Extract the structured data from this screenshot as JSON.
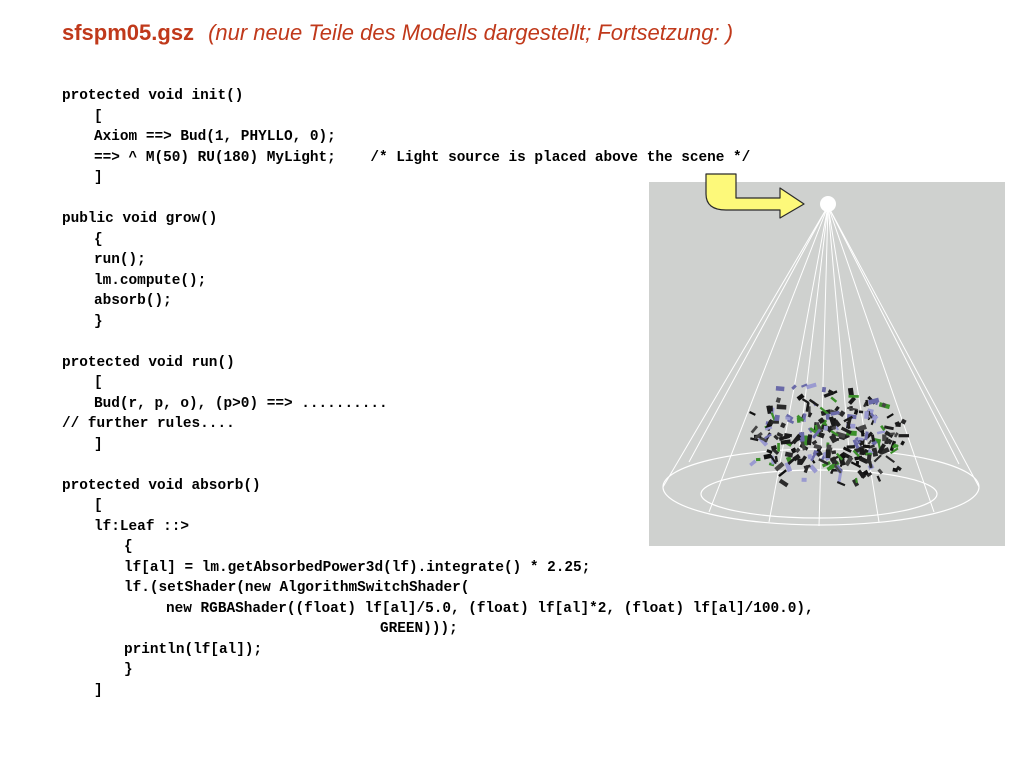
{
  "slide": {
    "title_file": "sfspm05.gsz",
    "title_rest": "(nur neue Teile des Modells dargestellt; Fortsetzung: )"
  },
  "code": [
    {
      "indent": 0,
      "text": "protected void init()"
    },
    {
      "indent": 1,
      "text": "["
    },
    {
      "indent": 1,
      "text": "Axiom ==> Bud(1, PHYLLO, 0);"
    },
    {
      "indent": 1,
      "text": "==> ^ M(50) RU(180) MyLight;    /* Light source is placed above the scene */"
    },
    {
      "indent": 1,
      "text": "]"
    },
    {
      "indent": 0,
      "text": ""
    },
    {
      "indent": 0,
      "text": "public void grow()"
    },
    {
      "indent": 1,
      "text": "{"
    },
    {
      "indent": 1,
      "text": "run();"
    },
    {
      "indent": 1,
      "text": "lm.compute();"
    },
    {
      "indent": 1,
      "text": "absorb();"
    },
    {
      "indent": 1,
      "text": "}"
    },
    {
      "indent": 0,
      "text": ""
    },
    {
      "indent": 0,
      "text": "protected void run()"
    },
    {
      "indent": 1,
      "text": "["
    },
    {
      "indent": 1,
      "text": "Bud(r, p, o), (p>0) ==> .........."
    },
    {
      "indent": 0,
      "text": "// further rules...."
    },
    {
      "indent": 1,
      "text": "]"
    },
    {
      "indent": 0,
      "text": ""
    },
    {
      "indent": 0,
      "text": "protected void absorb()"
    },
    {
      "indent": 1,
      "text": "["
    },
    {
      "indent": 1,
      "text": "lf:Leaf ::>"
    },
    {
      "indent": 2,
      "text": "{"
    },
    {
      "indent": 2,
      "text": "lf[al] = lm.getAbsorbedPower3d(lf).integrate() * 2.25;"
    },
    {
      "indent": 2,
      "text": "lf.(setShader(new AlgorithmSwitchShader("
    },
    {
      "indent": 3,
      "text": "new RGBAShader((float) lf[al]/5.0, (float) lf[al]*2, (float) lf[al]/100.0),"
    },
    {
      "indent": 4,
      "text": "GREEN)));"
    },
    {
      "indent": 2,
      "text": "println(lf[al]);"
    },
    {
      "indent": 2,
      "text": "}"
    },
    {
      "indent": 1,
      "text": "]"
    }
  ],
  "colors": {
    "title": "#c0391b",
    "scene_background": "#cfd1cf",
    "arrow_fill": "#fdf97a"
  },
  "scene": {
    "description_icon": "light-cone-render"
  }
}
